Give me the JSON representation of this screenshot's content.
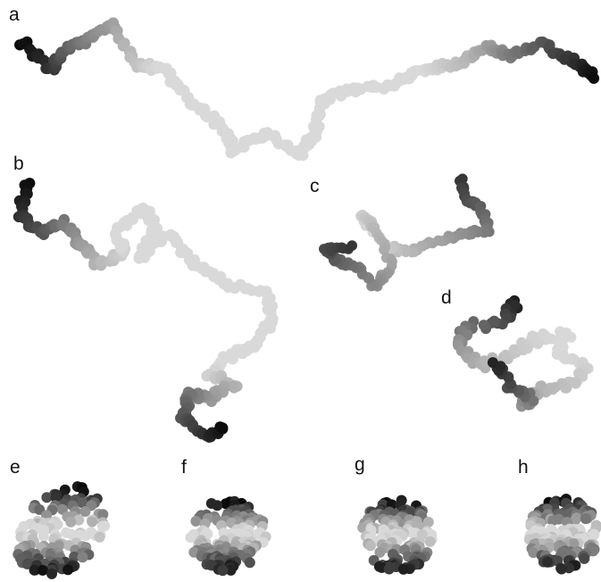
{
  "figure": {
    "panels": [
      {
        "id": "a",
        "label": "a"
      },
      {
        "id": "b",
        "label": "b"
      },
      {
        "id": "c",
        "label": "c"
      },
      {
        "id": "d",
        "label": "d"
      },
      {
        "id": "e",
        "label": "e"
      },
      {
        "id": "f",
        "label": "f"
      },
      {
        "id": "g",
        "label": "g"
      },
      {
        "id": "h",
        "label": "h"
      }
    ],
    "colormap": {
      "dark": "#0a0a0a",
      "light": "#d9d9d9"
    }
  }
}
